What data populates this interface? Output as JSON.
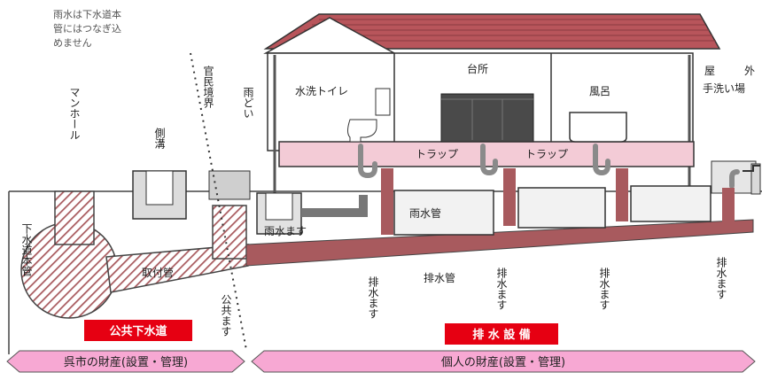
{
  "note_lines": [
    "雨水は下水道本",
    "管にはつなぎ込",
    "めません"
  ],
  "labels": {
    "manhole": "マンホール",
    "sidedrain": "側溝",
    "boundary": "官民境界",
    "downspout": "雨どい",
    "toilet": "水洗トイレ",
    "kitchen": "台所",
    "bath": "風呂",
    "outdoor_sink": [
      "屋",
      "外",
      "手洗い場"
    ],
    "trap_1": "トラップ",
    "trap_2": "トラップ",
    "rainwater_basin": "雨水ます",
    "rainwater_pipe": "雨水管",
    "sewer_main": "下水道本管",
    "connection_pipe": "取付管",
    "public_basin": "公共ます",
    "drain_pipe": "排水管",
    "drain_basin_1": "排水ます",
    "drain_basin_2": "排水ます",
    "drain_basin_3": "排水ます",
    "drain_basin_4": "排水ます"
  },
  "badges": {
    "public_sewer": "公共下水道",
    "drainage_facility": "排 水 設 備"
  },
  "ownership": {
    "city": "呉市の財産(設置・管理)",
    "private": "個人の財産(設置・管理)"
  },
  "colors": {
    "pipe": "#a85a5e",
    "roof": "#b8555b",
    "floor": "#f3cbd6",
    "badge": "#e60012",
    "arrow": "#f7a8d3",
    "arrow_border": "#555555"
  }
}
